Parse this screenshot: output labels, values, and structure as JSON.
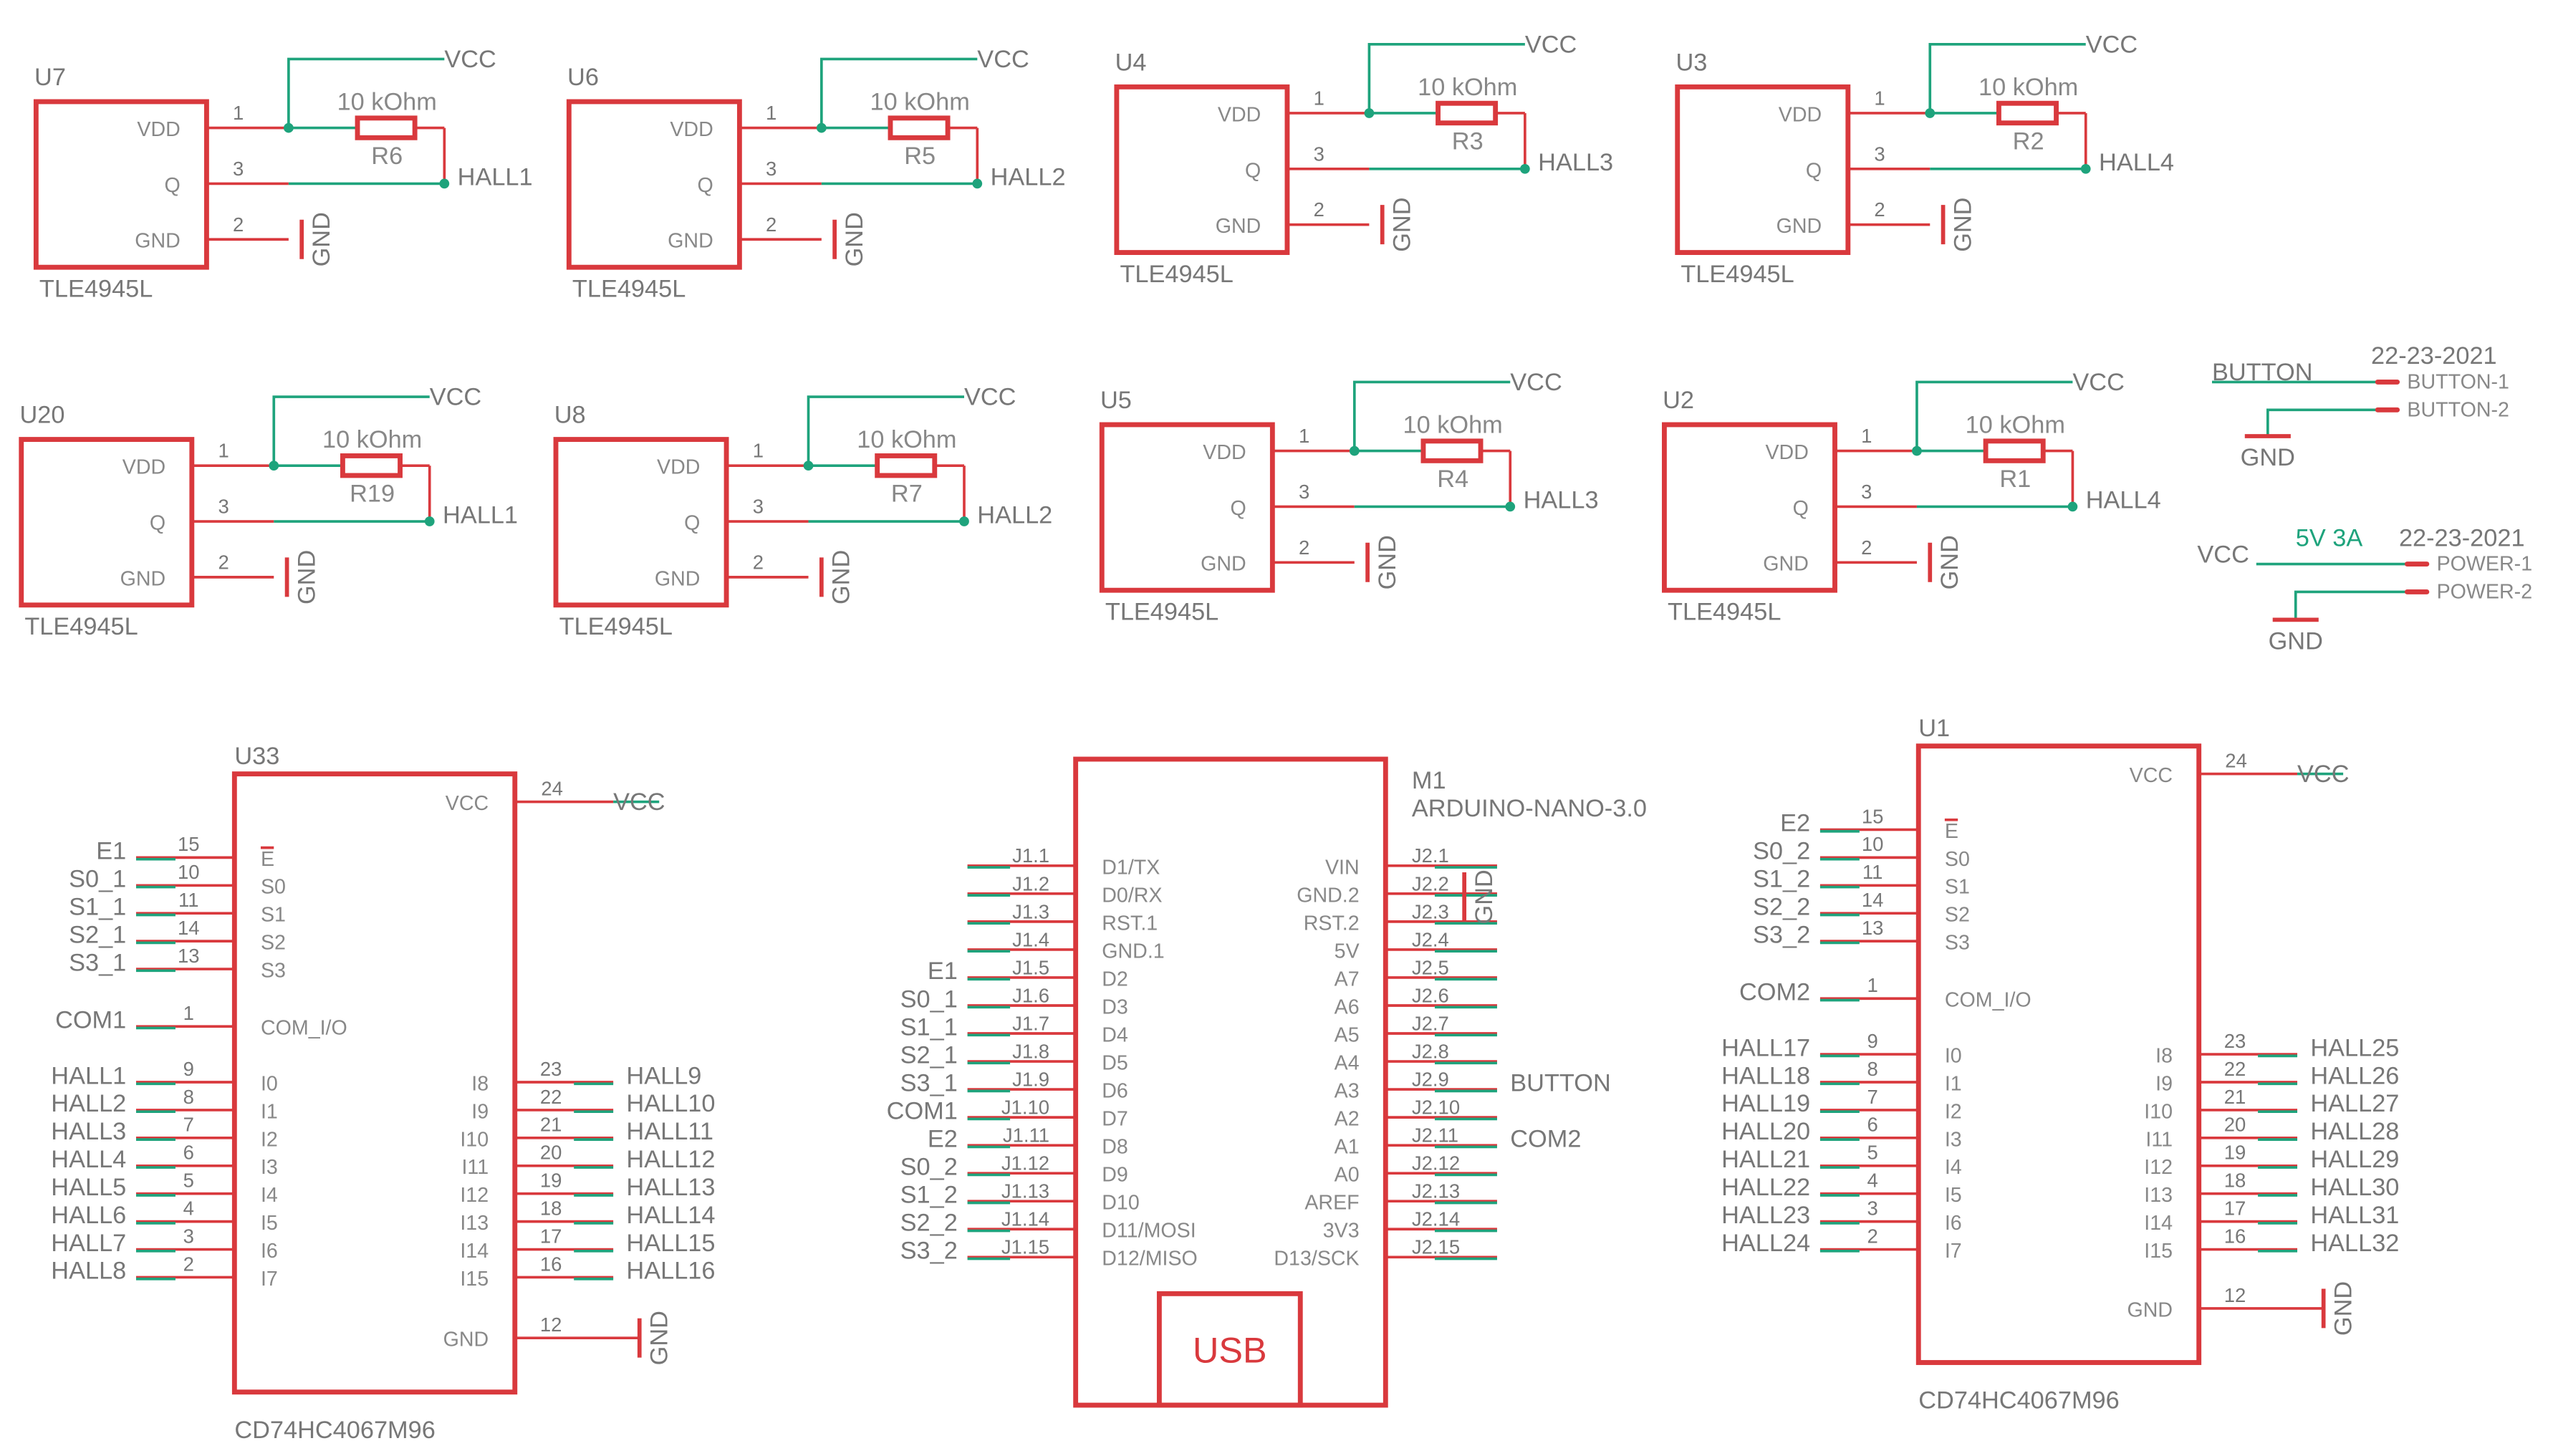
{
  "sensors": [
    {
      "ref": "U7",
      "part": "TLE4945L",
      "res_ref": "R6",
      "res_val": "10 kOhm",
      "out": "HALL1",
      "vcc": "VCC",
      "gnd": "GND"
    },
    {
      "ref": "U6",
      "part": "TLE4945L",
      "res_ref": "R5",
      "res_val": "10 kOhm",
      "out": "HALL2",
      "vcc": "VCC",
      "gnd": "GND"
    },
    {
      "ref": "U4",
      "part": "TLE4945L",
      "res_ref": "R3",
      "res_val": "10 kOhm",
      "out": "HALL3",
      "vcc": "VCC",
      "gnd": "GND"
    },
    {
      "ref": "U3",
      "part": "TLE4945L",
      "res_ref": "R2",
      "res_val": "10 kOhm",
      "out": "HALL4",
      "vcc": "VCC",
      "gnd": "GND"
    },
    {
      "ref": "U20",
      "part": "TLE4945L",
      "res_ref": "R19",
      "res_val": "10 kOhm",
      "out": "HALL1",
      "vcc": "VCC",
      "gnd": "GND"
    },
    {
      "ref": "U8",
      "part": "TLE4945L",
      "res_ref": "R7",
      "res_val": "10 kOhm",
      "out": "HALL2",
      "vcc": "VCC",
      "gnd": "GND"
    },
    {
      "ref": "U5",
      "part": "TLE4945L",
      "res_ref": "R4",
      "res_val": "10 kOhm",
      "out": "HALL3",
      "vcc": "VCC",
      "gnd": "GND"
    },
    {
      "ref": "U2",
      "part": "TLE4945L",
      "res_ref": "R1",
      "res_val": "10 kOhm",
      "out": "HALL4",
      "vcc": "VCC",
      "gnd": "GND"
    }
  ],
  "sensor_pins": {
    "vdd": "VDD",
    "q": "Q",
    "gnd": "GND",
    "n1": "1",
    "n3": "3",
    "n2": "2"
  },
  "button_conn": {
    "net": "BUTTON",
    "date": "22-23-2021",
    "pin1": "BUTTON-1",
    "pin2": "BUTTON-2",
    "gnd": "GND"
  },
  "power_conn": {
    "net": "VCC",
    "spec": "5V 3A",
    "date": "22-23-2021",
    "pin1": "POWER-1",
    "pin2": "POWER-2",
    "gnd": "GND"
  },
  "u33": {
    "ref": "U33",
    "part": "CD74HC4067M96",
    "vcc_pin": {
      "name": "VCC",
      "num": "24",
      "net": "VCC"
    },
    "gnd_pin": {
      "name": "GND",
      "num": "12",
      "net": "GND"
    },
    "left_pins": [
      {
        "net": "E1",
        "num": "15",
        "name": "E"
      },
      {
        "net": "S0_1",
        "num": "10",
        "name": "S0"
      },
      {
        "net": "S1_1",
        "num": "11",
        "name": "S1"
      },
      {
        "net": "S2_1",
        "num": "14",
        "name": "S2"
      },
      {
        "net": "S3_1",
        "num": "13",
        "name": "S3"
      },
      {
        "net": "COM1",
        "num": "1",
        "name": "COM_I/O"
      },
      {
        "net": "HALL1",
        "num": "9",
        "name": "I0"
      },
      {
        "net": "HALL2",
        "num": "8",
        "name": "I1"
      },
      {
        "net": "HALL3",
        "num": "7",
        "name": "I2"
      },
      {
        "net": "HALL4",
        "num": "6",
        "name": "I3"
      },
      {
        "net": "HALL5",
        "num": "5",
        "name": "I4"
      },
      {
        "net": "HALL6",
        "num": "4",
        "name": "I5"
      },
      {
        "net": "HALL7",
        "num": "3",
        "name": "I6"
      },
      {
        "net": "HALL8",
        "num": "2",
        "name": "I7"
      }
    ],
    "right_pins": [
      {
        "name": "I8",
        "num": "23",
        "net": "HALL9"
      },
      {
        "name": "I9",
        "num": "22",
        "net": "HALL10"
      },
      {
        "name": "I10",
        "num": "21",
        "net": "HALL11"
      },
      {
        "name": "I11",
        "num": "20",
        "net": "HALL12"
      },
      {
        "name": "I12",
        "num": "19",
        "net": "HALL13"
      },
      {
        "name": "I13",
        "num": "18",
        "net": "HALL14"
      },
      {
        "name": "I14",
        "num": "17",
        "net": "HALL15"
      },
      {
        "name": "I15",
        "num": "16",
        "net": "HALL16"
      }
    ]
  },
  "u1": {
    "ref": "U1",
    "part": "CD74HC4067M96",
    "vcc_pin": {
      "name": "VCC",
      "num": "24",
      "net": "VCC"
    },
    "gnd_pin": {
      "name": "GND",
      "num": "12",
      "net": "GND"
    },
    "left_pins": [
      {
        "net": "E2",
        "num": "15",
        "name": "E"
      },
      {
        "net": "S0_2",
        "num": "10",
        "name": "S0"
      },
      {
        "net": "S1_2",
        "num": "11",
        "name": "S1"
      },
      {
        "net": "S2_2",
        "num": "14",
        "name": "S2"
      },
      {
        "net": "S3_2",
        "num": "13",
        "name": "S3"
      },
      {
        "net": "COM2",
        "num": "1",
        "name": "COM_I/O"
      },
      {
        "net": "HALL17",
        "num": "9",
        "name": "I0"
      },
      {
        "net": "HALL18",
        "num": "8",
        "name": "I1"
      },
      {
        "net": "HALL19",
        "num": "7",
        "name": "I2"
      },
      {
        "net": "HALL20",
        "num": "6",
        "name": "I3"
      },
      {
        "net": "HALL21",
        "num": "5",
        "name": "I4"
      },
      {
        "net": "HALL22",
        "num": "4",
        "name": "I5"
      },
      {
        "net": "HALL23",
        "num": "3",
        "name": "I6"
      },
      {
        "net": "HALL24",
        "num": "2",
        "name": "I7"
      }
    ],
    "right_pins": [
      {
        "name": "I8",
        "num": "23",
        "net": "HALL25"
      },
      {
        "name": "I9",
        "num": "22",
        "net": "HALL26"
      },
      {
        "name": "I10",
        "num": "21",
        "net": "HALL27"
      },
      {
        "name": "I11",
        "num": "20",
        "net": "HALL28"
      },
      {
        "name": "I12",
        "num": "19",
        "net": "HALL29"
      },
      {
        "name": "I13",
        "num": "18",
        "net": "HALL30"
      },
      {
        "name": "I14",
        "num": "17",
        "net": "HALL31"
      },
      {
        "name": "I15",
        "num": "16",
        "net": "HALL32"
      }
    ]
  },
  "m1": {
    "ref": "M1",
    "part": "ARDUINO-NANO-3.0",
    "usb": "USB",
    "left_pins": [
      {
        "net": "",
        "pin": "J1.1",
        "name": "D1/TX"
      },
      {
        "net": "",
        "pin": "J1.2",
        "name": "D0/RX"
      },
      {
        "net": "",
        "pin": "J1.3",
        "name": "RST.1"
      },
      {
        "net": "",
        "pin": "J1.4",
        "name": "GND.1"
      },
      {
        "net": "E1",
        "pin": "J1.5",
        "name": "D2"
      },
      {
        "net": "S0_1",
        "pin": "J1.6",
        "name": "D3"
      },
      {
        "net": "S1_1",
        "pin": "J1.7",
        "name": "D4"
      },
      {
        "net": "S2_1",
        "pin": "J1.8",
        "name": "D5"
      },
      {
        "net": "S3_1",
        "pin": "J1.9",
        "name": "D6"
      },
      {
        "net": "COM1",
        "pin": "J1.10",
        "name": "D7"
      },
      {
        "net": "E2",
        "pin": "J1.11",
        "name": "D8"
      },
      {
        "net": "S0_2",
        "pin": "J1.12",
        "name": "D9"
      },
      {
        "net": "S1_2",
        "pin": "J1.13",
        "name": "D10"
      },
      {
        "net": "S2_2",
        "pin": "J1.14",
        "name": "D11/MOSI"
      },
      {
        "net": "S3_2",
        "pin": "J1.15",
        "name": "D12/MISO"
      }
    ],
    "right_pins": [
      {
        "name": "VIN",
        "pin": "J2.1",
        "net": ""
      },
      {
        "name": "GND.2",
        "pin": "J2.2",
        "net": ""
      },
      {
        "name": "RST.2",
        "pin": "J2.3",
        "net": ""
      },
      {
        "name": "5V",
        "pin": "J2.4",
        "net": ""
      },
      {
        "name": "A7",
        "pin": "J2.5",
        "net": ""
      },
      {
        "name": "A6",
        "pin": "J2.6",
        "net": ""
      },
      {
        "name": "A5",
        "pin": "J2.7",
        "net": ""
      },
      {
        "name": "A4",
        "pin": "J2.8",
        "net": ""
      },
      {
        "name": "A3",
        "pin": "J2.9",
        "net": "BUTTON"
      },
      {
        "name": "A2",
        "pin": "J2.10",
        "net": ""
      },
      {
        "name": "A1",
        "pin": "J2.11",
        "net": "COM2"
      },
      {
        "name": "A0",
        "pin": "J2.12",
        "net": ""
      },
      {
        "name": "AREF",
        "pin": "J2.13",
        "net": ""
      },
      {
        "name": "3V3",
        "pin": "J2.14",
        "net": ""
      },
      {
        "name": "D13/SCK",
        "pin": "J2.15",
        "net": ""
      }
    ],
    "gnd_net": "GND"
  }
}
